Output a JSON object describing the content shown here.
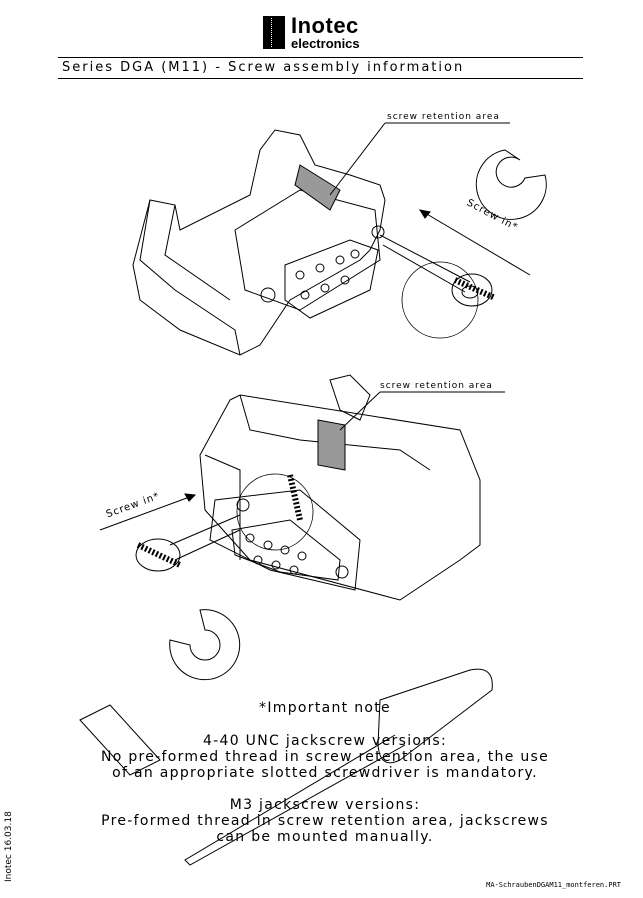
{
  "logo": {
    "line1": "Inotec",
    "line2": "electronics"
  },
  "title": "Series DGA (M11) - Screw assembly information",
  "labels": {
    "retention_top": "screw retention area",
    "retention_bottom": "screw retention area",
    "screw_in_top": "Screw in*",
    "screw_in_bottom": "Screw in*"
  },
  "note": {
    "heading": "*Important note",
    "unc_title": "4-40 UNC jackscrew versions:",
    "unc_line1": "No pre-formed thread in screw retention area, the use",
    "unc_line2": "of an appropriate slotted screwdriver is mandatory.",
    "m3_title": "M3 jackscrew versions:",
    "m3_line1": "Pre-formed thread in screw retention area, jackscrews",
    "m3_line2": "can be mounted manually."
  },
  "side_text": "Inotec 16.03.18",
  "footer_file": "MA-SchraubenDGAM11_montferen.PRT"
}
